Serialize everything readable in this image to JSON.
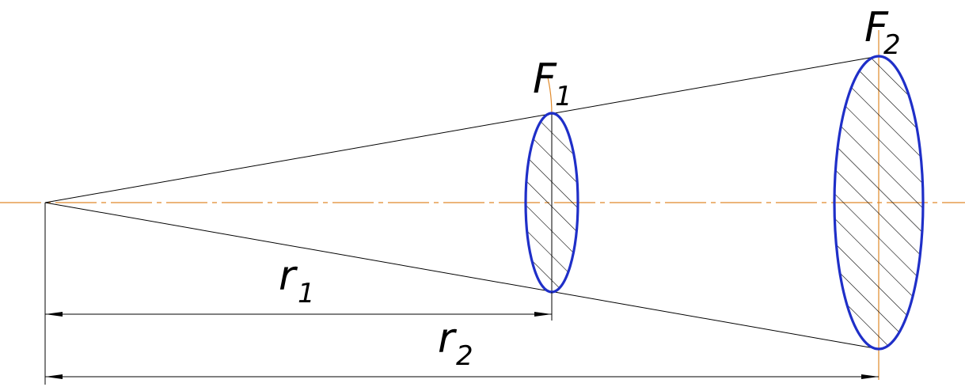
{
  "colors": {
    "axis": "#e0892a",
    "outline": "#1f2fc8",
    "line": "#000000",
    "hatch": "#000000"
  },
  "labels": {
    "F1": {
      "main": "F",
      "sub": "1"
    },
    "F2": {
      "main": "F",
      "sub": "2"
    },
    "r1": {
      "main": "r",
      "sub": "1"
    },
    "r2": {
      "main": "r",
      "sub": "2"
    }
  }
}
